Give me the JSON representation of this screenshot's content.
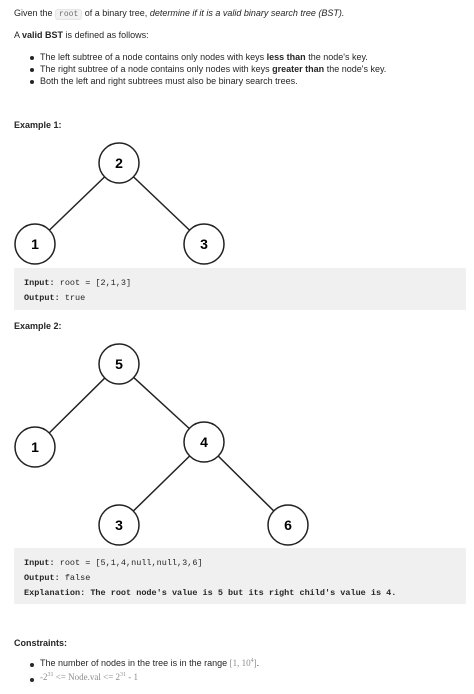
{
  "intro": {
    "prefix": "Given the",
    "code": "root",
    "middle": "of a binary tree,",
    "emphasis": "determine if it is a valid binary search tree (BST)."
  },
  "definition": {
    "prefix": "A",
    "bold": "valid BST",
    "suffix": "is defined as follows:"
  },
  "rules": [
    {
      "pre": "The left subtree of a node contains only nodes with keys",
      "bold": "less than",
      "post": "the node's key."
    },
    {
      "pre": "The right subtree of a node contains only nodes with keys",
      "bold": "greater than",
      "post": "the node's key."
    },
    {
      "pre": "Both the left and right subtrees must also be binary search trees.",
      "bold": "",
      "post": ""
    }
  ],
  "example1": {
    "title": "Example 1:",
    "tree": {
      "root": "2",
      "left": "1",
      "right": "3"
    },
    "input_label": "Input:",
    "input_value": "root = [2,1,3]",
    "output_label": "Output:",
    "output_value": "true"
  },
  "example2": {
    "title": "Example 2:",
    "tree": {
      "root": "5",
      "left": "1",
      "right": "4",
      "right_left": "3",
      "right_right": "6"
    },
    "input_label": "Input:",
    "input_value": "root = [5,1,4,null,null,3,6]",
    "output_label": "Output:",
    "output_value": "false",
    "explanation_label": "Explanation:",
    "explanation_value": "The root node's value is 5 but its right child's value is 4."
  },
  "constraints": {
    "title": "Constraints:",
    "item1_text": "The number of nodes in the tree is in the range",
    "item1_range_open": "[1, 10",
    "item1_range_exp": "4",
    "item1_range_close": "]",
    "item1_end": ".",
    "item2_neg": "-2",
    "item2_exp1": "31",
    "item2_mid": " <= Node.val <= 2",
    "item2_exp2": "31",
    "item2_tail": " - 1"
  },
  "colors": {
    "text": "#262626",
    "code_bg": "#f0f0f0",
    "node_stroke": "#222222"
  }
}
